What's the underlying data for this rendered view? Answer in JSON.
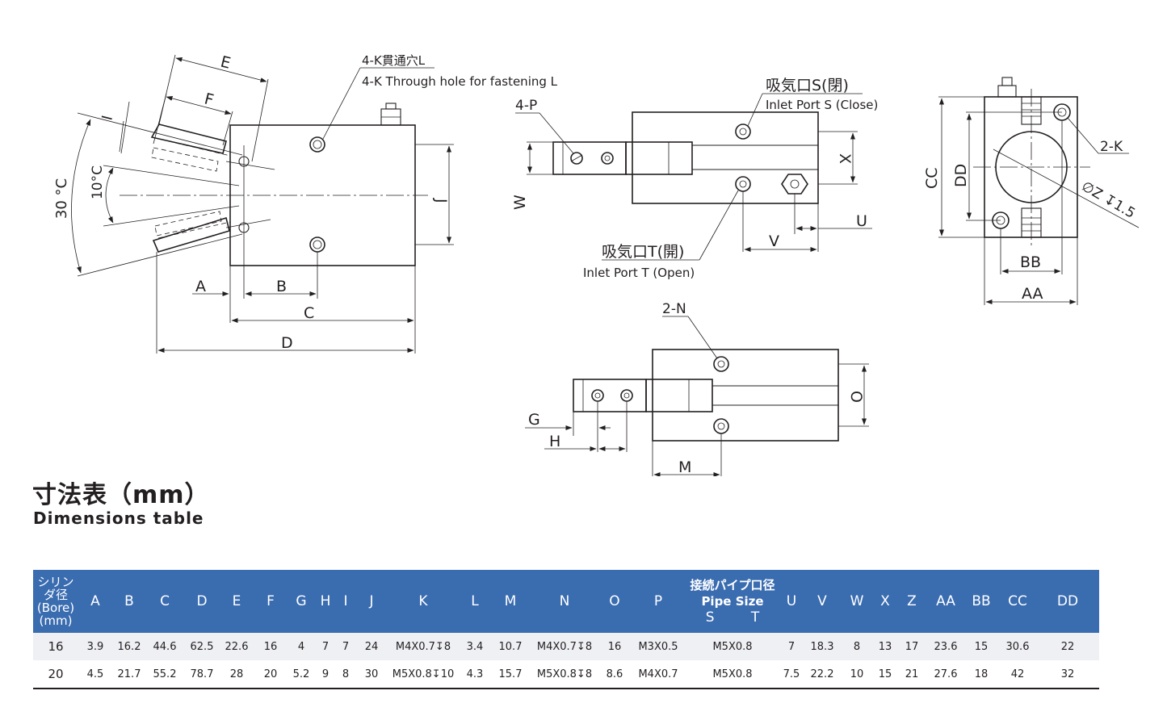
{
  "drawing": {
    "side_view": {
      "labels": {
        "E": "E",
        "F": "F",
        "I": "I",
        "J": "J",
        "A": "A",
        "B": "B",
        "C": "C",
        "D": "D",
        "angle_30": "30 °C",
        "angle_10": "10°C"
      },
      "callout_jp": "4-K貫通穴L",
      "callout_en": "4-K Through hole for fastening L"
    },
    "front_view": {
      "labels": {
        "P": "4-P",
        "W": "W",
        "X": "X",
        "U": "U",
        "V": "V"
      },
      "port_s_jp": "吸気口S(閉)",
      "port_s_en": "Inlet Port S (Close)",
      "port_t_jp": "吸気口T(開)",
      "port_t_en": "Inlet Port T (Open)"
    },
    "end_view": {
      "labels": {
        "K": "2-K",
        "CC": "CC",
        "DD": "DD",
        "Z": "∅Z ↧1.5",
        "BB": "BB",
        "AA": "AA"
      }
    },
    "bottom_view": {
      "labels": {
        "N": "2-N",
        "O": "O",
        "G": "G",
        "H": "H",
        "M": "M"
      }
    }
  },
  "section": {
    "title_jp": "寸法表（mm）",
    "title_en": "Dimensions table"
  },
  "table": {
    "bore_header": [
      "シリン",
      "ダ径",
      "(Bore)",
      "(mm)"
    ],
    "pipe_header": {
      "line1": "接続パイプ口径",
      "line2": "Pipe Size",
      "s": "S",
      "t": "T"
    },
    "headers_a": [
      "A",
      "B",
      "C",
      "D",
      "E",
      "F",
      "G",
      "H",
      "I",
      "J",
      "K",
      "L",
      "M",
      "N",
      "O",
      "P"
    ],
    "headers_b": [
      "U",
      "V",
      "W",
      "X",
      "Z",
      "AA",
      "BB",
      "CC",
      "DD"
    ],
    "rows": [
      {
        "bore": "16",
        "a": [
          "3.9",
          "16.2",
          "44.6",
          "62.5",
          "22.6",
          "16",
          "4",
          "7",
          "7",
          "24",
          "M4X0.7↧8",
          "3.4",
          "10.7",
          "M4X0.7↧8",
          "16",
          "M3X0.5"
        ],
        "pipe": "M5X0.8",
        "b": [
          "7",
          "18.3",
          "8",
          "13",
          "17",
          "23.6",
          "15",
          "30.6",
          "22"
        ]
      },
      {
        "bore": "20",
        "a": [
          "4.5",
          "21.7",
          "55.2",
          "78.7",
          "28",
          "20",
          "5.2",
          "9",
          "8",
          "30",
          "M5X0.8↧10",
          "4.3",
          "15.7",
          "M5X0.8↧8",
          "8.6",
          "M4X0.7"
        ],
        "pipe": "M5X0.8",
        "b": [
          "7.5",
          "22.2",
          "10",
          "15",
          "21",
          "27.6",
          "18",
          "42",
          "32"
        ]
      }
    ]
  },
  "colors": {
    "header_bg": "#3a6cb0",
    "row_alt": "#eef0f4",
    "ink": "#231f20"
  }
}
